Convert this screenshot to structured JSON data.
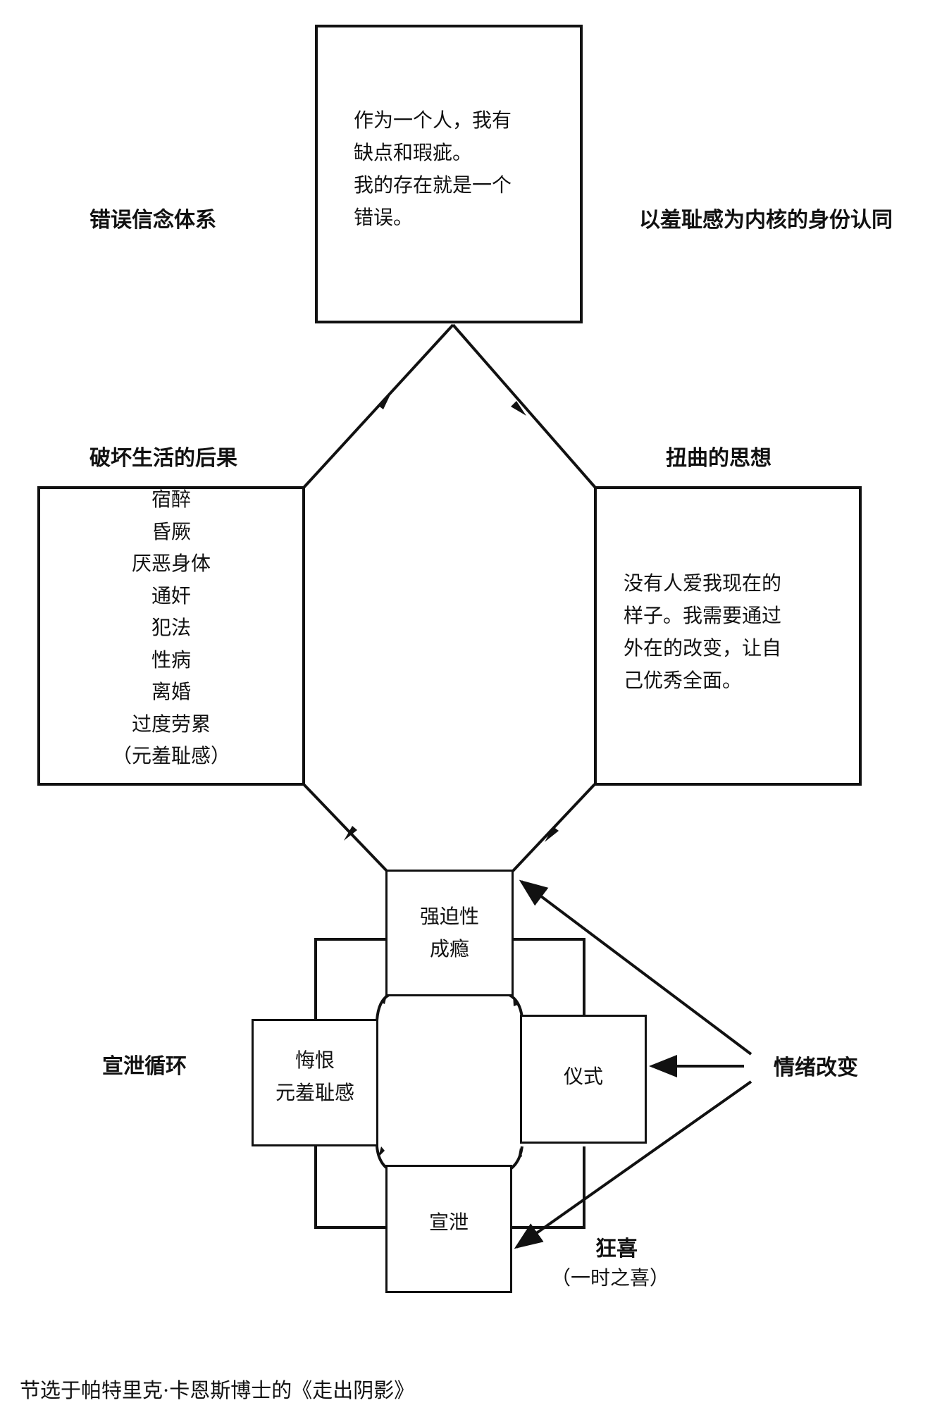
{
  "top_box": {
    "lines": [
      "作为一个人，我有",
      "缺点和瑕疵。",
      "我的存在就是一个",
      "错误。"
    ]
  },
  "labels": {
    "false_belief": "错误信念体系",
    "shame_identity": "以羞耻感为内核的身份认同",
    "consequences": "破坏生活的后果",
    "distorted_thinking": "扭曲的思想",
    "acting_out_cycle": "宣泄循环",
    "mood_alteration": "情绪改变",
    "euphoria": "狂喜",
    "euphoria_note": "（一时之喜）"
  },
  "left_box": {
    "items": [
      "宿醉",
      "昏厥",
      "厌恶身体",
      "通奸",
      "犯法",
      "性病",
      "离婚",
      "过度劳累",
      "（元羞耻感）"
    ]
  },
  "right_box": {
    "lines": [
      "没有人爱我现在的",
      "样子。我需要通过",
      "外在的改变，让自",
      "己优秀全面。"
    ]
  },
  "cycle": {
    "compulsion": [
      "强迫性",
      "成瘾"
    ],
    "ritual": "仪式",
    "acting_out": "宣泄",
    "remorse": [
      "悔恨",
      "元羞耻感"
    ]
  },
  "caption": "节选于帕特里克·卡恩斯博士的《走出阴影》"
}
